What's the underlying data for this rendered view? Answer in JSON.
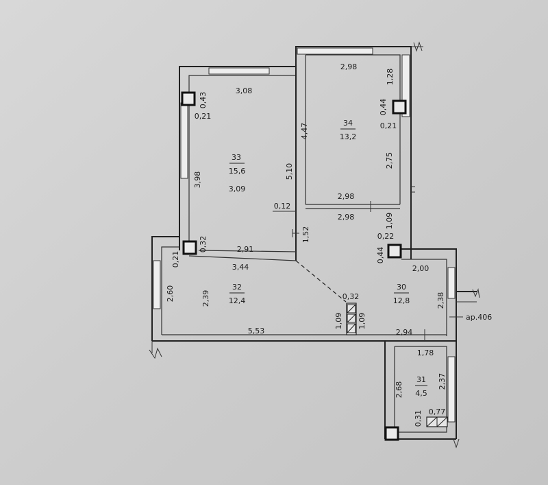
{
  "plan": {
    "rooms": [
      {
        "number": "33",
        "area": "15,6",
        "extra": "3,09"
      },
      {
        "number": "34",
        "area": "13,2"
      },
      {
        "number": "32",
        "area": "12,4"
      },
      {
        "number": "30",
        "area": "12,8"
      },
      {
        "number": "31",
        "area": "4,5"
      }
    ],
    "dimensions": {
      "d_3_08": "3,08",
      "d_0_43": "0,43",
      "d_0_21a": "0,21",
      "d_3_98": "3,98",
      "d_5_10": "5,10",
      "d_0_12": "0,12",
      "d_0_32a": "0,32",
      "d_2_91": "2,91",
      "d_0_21b": "0,21",
      "d_3_44": "3,44",
      "d_2_60": "2,60",
      "d_2_39": "2,39",
      "d_5_53": "5,53",
      "d_2_98a": "2,98",
      "d_1_28": "1,28",
      "d_0_44a": "0,44",
      "d_0_21c": "0,21",
      "d_4_47": "4,47",
      "d_2_75": "2,75",
      "d_2_98b": "2,98",
      "d_2_98c": "2,98",
      "d_1_09a": "1,09",
      "d_0_22": "0,22",
      "d_0_44b": "0,44",
      "d_1_52": "1,52",
      "d_2_00": "2,00",
      "d_0_32b": "0,32",
      "d_2_38": "2,38",
      "d_1_09b": "1,09",
      "d_1_09c": "1,09",
      "d_2_94": "2,94",
      "d_1_78": "1,78",
      "d_2_68": "2,68",
      "d_2_37": "2,37",
      "d_0_31": "0,31",
      "d_0_77": "0,77"
    },
    "label_ar": "ар.406"
  }
}
